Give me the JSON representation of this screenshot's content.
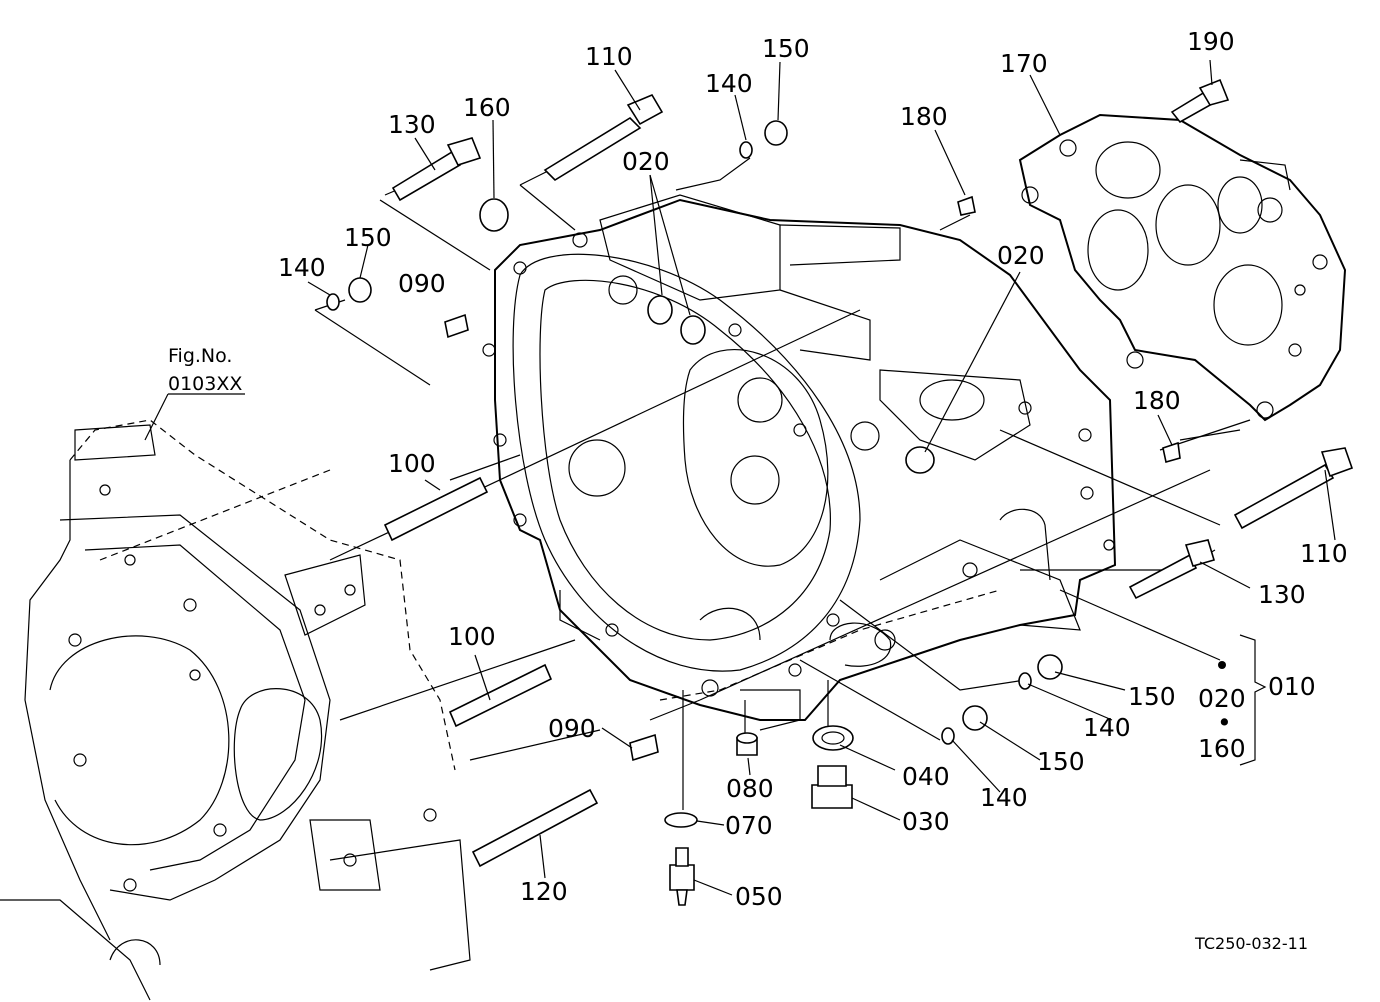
{
  "callouts": {
    "p110a": "110",
    "p150a": "150",
    "p140a": "140",
    "p160": "160",
    "p130a": "130",
    "p020a": "020",
    "p150b": "150",
    "p140b": "140",
    "p090a": "090",
    "p180a": "180",
    "p170": "170",
    "p190": "190",
    "p020b": "020",
    "p180b": "180",
    "p100a": "100",
    "p110b": "110",
    "p130b": "130",
    "p100b": "100",
    "p090b": "090",
    "p080": "080",
    "p040": "040",
    "p150c": "150",
    "p140c": "140",
    "p150d": "150",
    "p140d": "140",
    "p070": "070",
    "p030": "030",
    "p120": "120",
    "p050": "050"
  },
  "assembly_group": {
    "parent": "010",
    "children": [
      "020",
      "160"
    ],
    "separator": "•"
  },
  "figure_reference": {
    "label": "Fig.No.",
    "number": "0103XX"
  },
  "drawing_number": "TC250-032-11"
}
